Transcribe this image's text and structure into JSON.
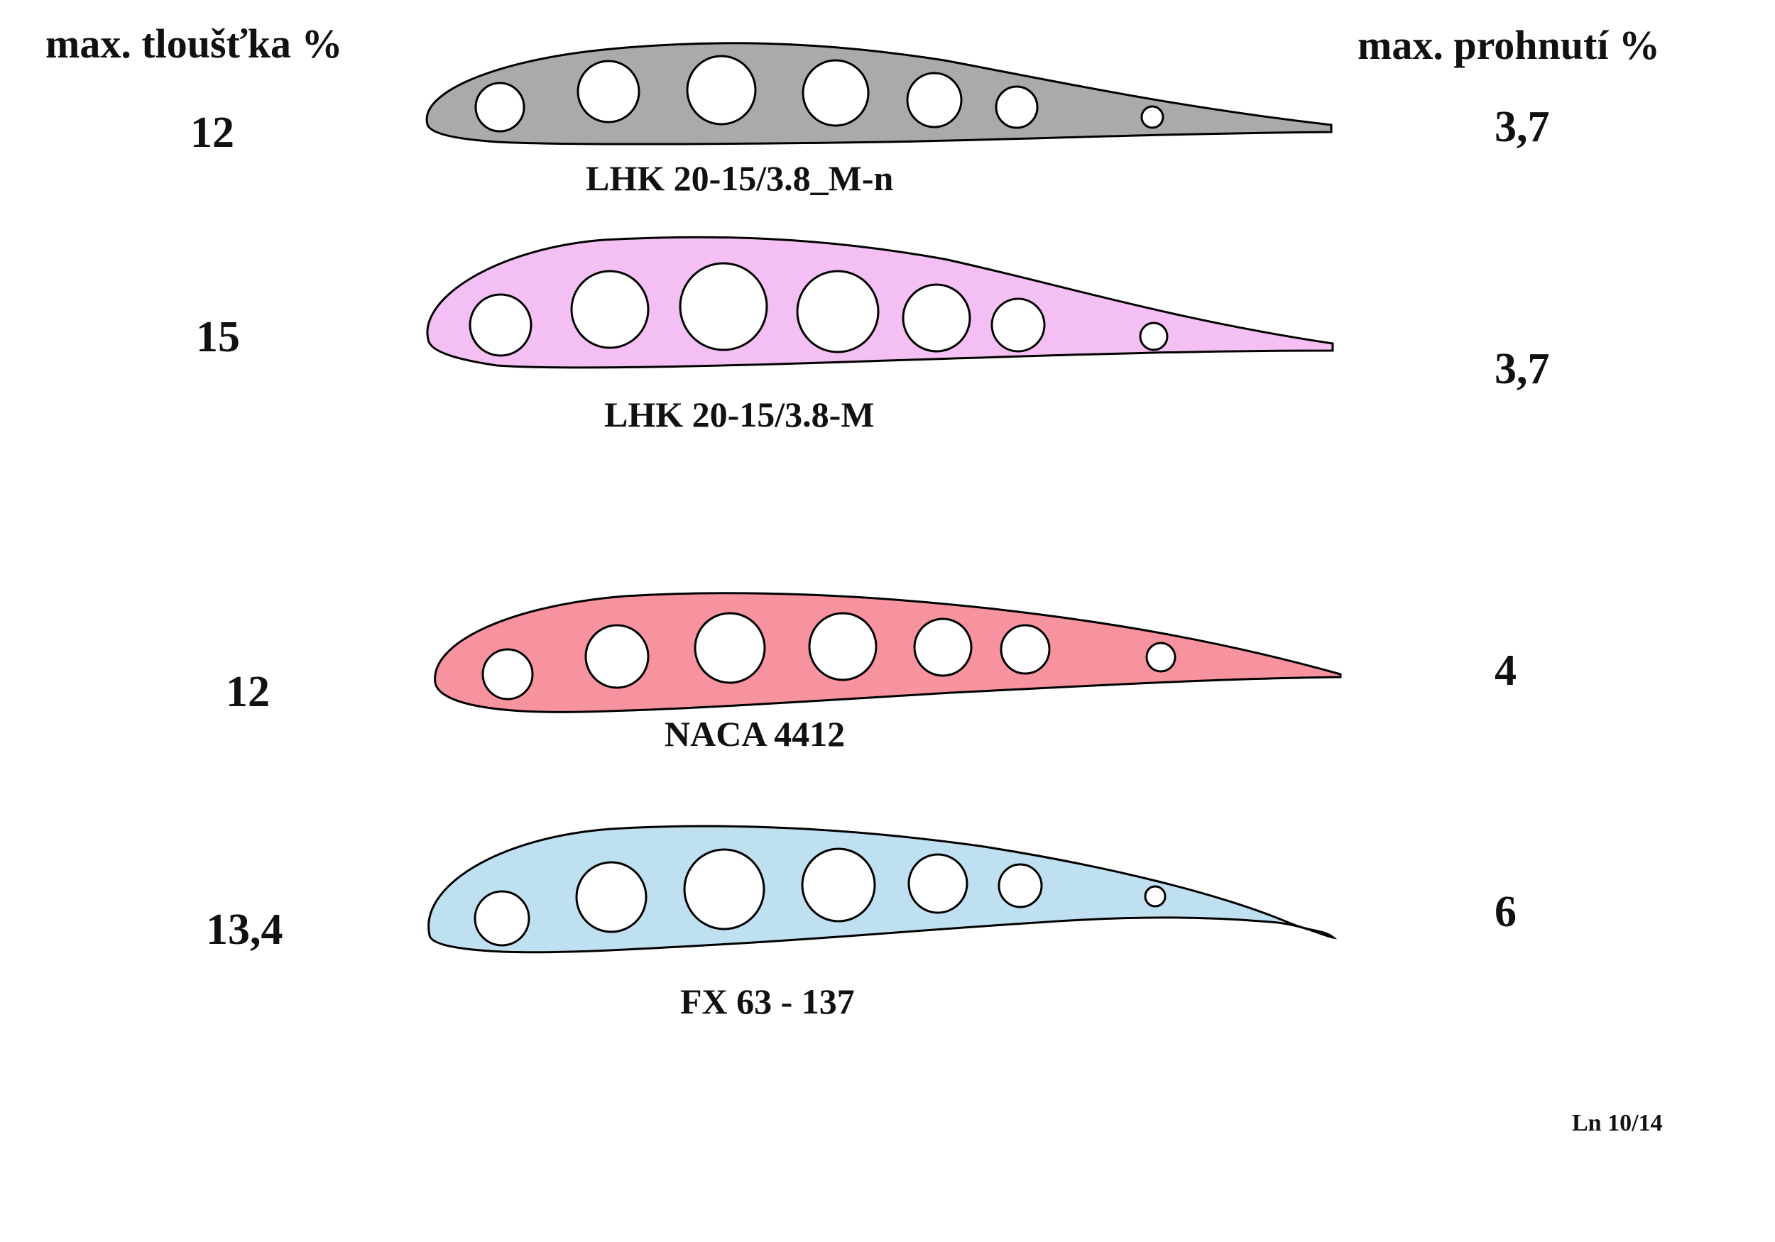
{
  "headers": {
    "thickness": "max. tloušťka  %",
    "camber": "max. prohnutí  %"
  },
  "airfoils": [
    {
      "name": "LHK 20-15/3.8_M-n",
      "thickness": "12",
      "camber": "3,7",
      "fill": "#aaaaaa"
    },
    {
      "name": "LHK 20-15/3.8-M",
      "thickness": "15",
      "camber": "3,7",
      "fill": "#f4bff2"
    },
    {
      "name": "NACA  4412",
      "thickness": "12",
      "camber": "4",
      "fill": "#f7939f"
    },
    {
      "name": "FX 63 - 137",
      "thickness": "13,4",
      "camber": "6",
      "fill": "#bfe0f0"
    }
  ],
  "footer": "Ln 10/14"
}
